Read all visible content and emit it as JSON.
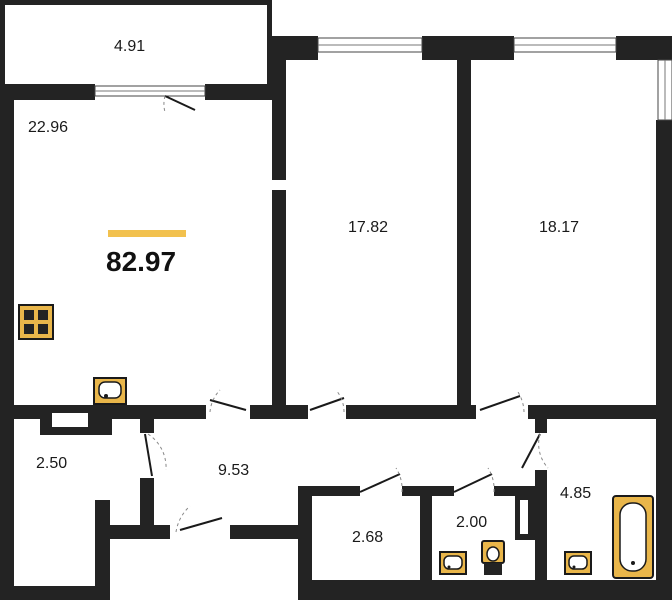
{
  "total_area": {
    "value": "82.97",
    "accent": "#f2c14e"
  },
  "rooms": {
    "balcony": "4.91",
    "living_kitchen": "22.96",
    "bedroom_middle": "17.82",
    "bedroom_right": "18.17",
    "storage": "2.50",
    "hallway": "9.53",
    "wc": "2.68",
    "toilet": "2.00",
    "bathroom": "4.85"
  },
  "colors": {
    "walls": "#232323",
    "fixtures": "#e9b64a",
    "background": "#ffffff"
  },
  "icons": [
    "stove-icon",
    "sink-icon",
    "toilet-icon",
    "bathtub-icon"
  ]
}
